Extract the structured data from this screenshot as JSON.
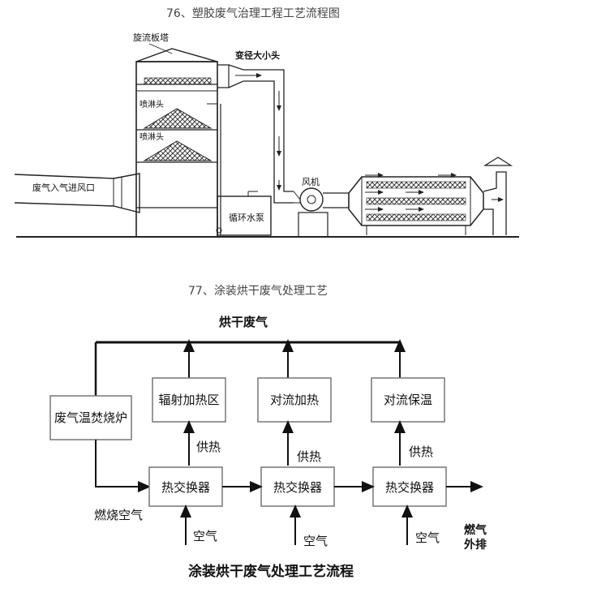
{
  "section1": {
    "title": "76、塑胶废气治理工程工艺流程图",
    "labels": {
      "tower": "旋流板塔",
      "reducer": "变径大小头",
      "spray_top": "喷淋头",
      "spray_bottom": "喷淋头",
      "inlet": "废气入气进风口",
      "pump": "循环水泵",
      "fan": "风机"
    }
  },
  "section2": {
    "title": "77、涂装烘干废气处理工艺",
    "top_label": "烘干废气",
    "incinerator": "废气温焚烧炉",
    "boxes_top": [
      "辐射加热区",
      "对流加热",
      "对流保温"
    ],
    "boxes_bottom": [
      "热交换器",
      "热交换器",
      "热交换器"
    ],
    "supply_labels": [
      "供热",
      "供热",
      "供热"
    ],
    "air_labels": [
      "空气",
      "空气",
      "空气"
    ],
    "combustion_air": "燃烧空气",
    "exhaust_line1": "燃气",
    "exhaust_line2": "外排",
    "caption": "涂装烘干废气处理工艺流程"
  }
}
